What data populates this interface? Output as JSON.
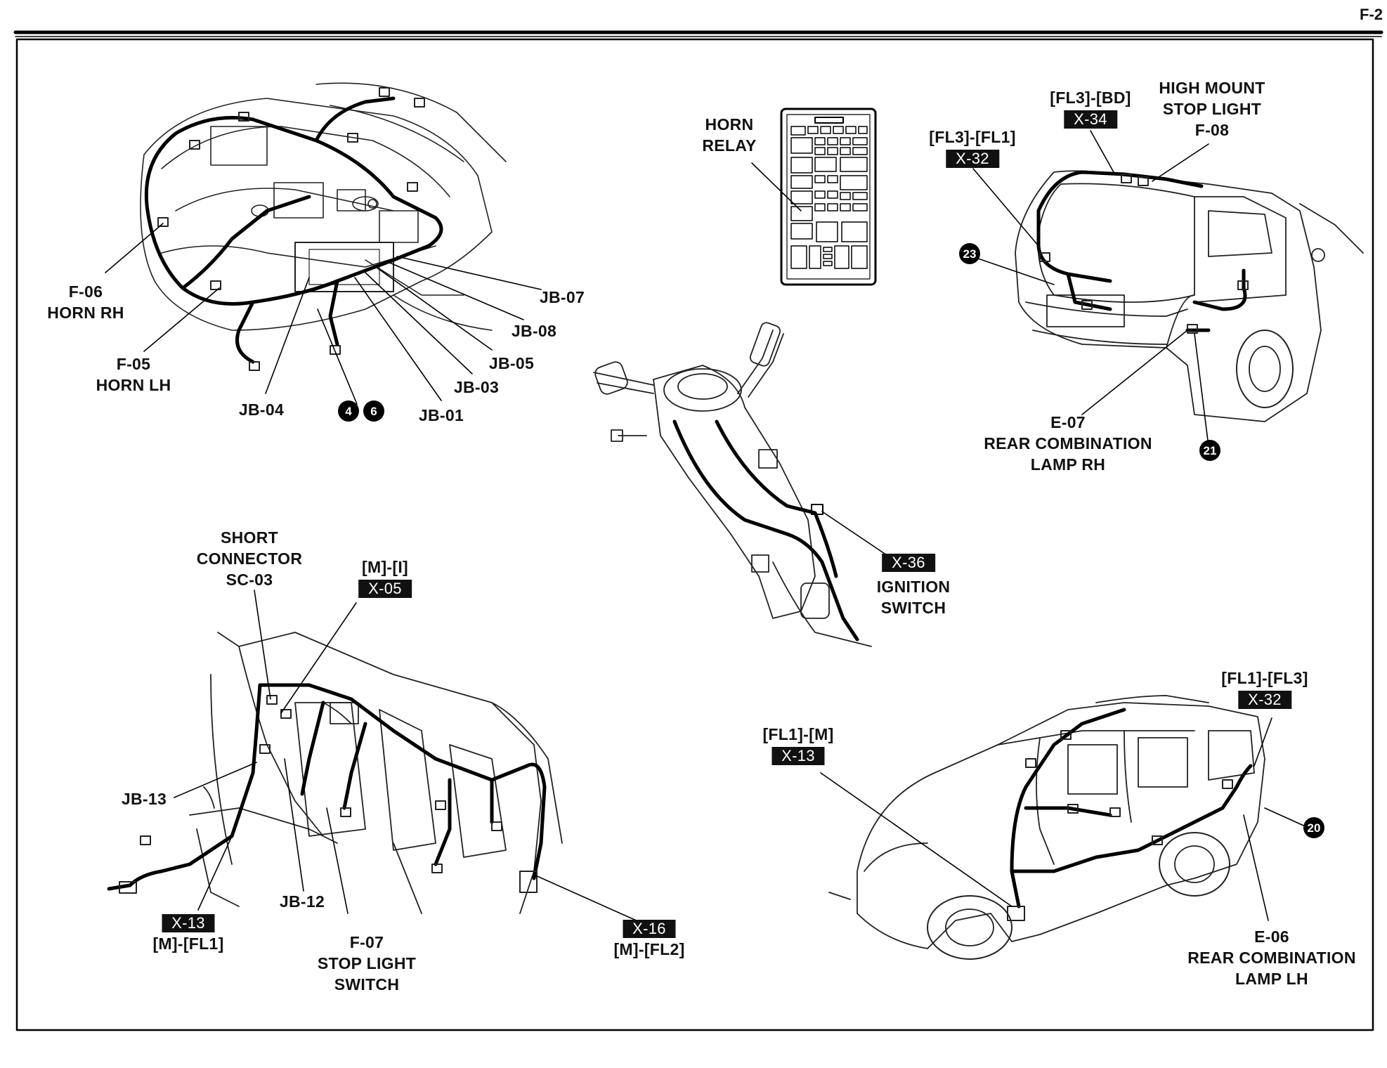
{
  "page": {
    "code": "F-2"
  },
  "engine": {
    "f06": [
      "F-06",
      "HORN RH"
    ],
    "f05": [
      "F-05",
      "HORN LH"
    ],
    "jb04": "JB-04",
    "jb01": "JB-01",
    "jb03": "JB-03",
    "jb05": "JB-05",
    "jb07": "JB-07",
    "jb08": "JB-08",
    "ground4": "4",
    "ground6": "6"
  },
  "relay": {
    "label": [
      "HORN",
      "RELAY"
    ]
  },
  "rear": {
    "x32_route": "[FL3]-[FL1]",
    "x32_tag": "X-32",
    "x34_route": "[FL3]-[BD]",
    "x34_tag": "X-34",
    "f08": [
      "HIGH MOUNT",
      "STOP LIGHT",
      "F-08"
    ],
    "e07": [
      "E-07",
      "REAR COMBINATION",
      "LAMP RH"
    ],
    "ground23": "23",
    "ground21": "21"
  },
  "column": {
    "x36_tag": "X-36",
    "ignition": [
      "IGNITION",
      "SWITCH"
    ]
  },
  "dash": {
    "sc03": [
      "SHORT",
      "CONNECTOR",
      "SC-03"
    ],
    "x05_route": "[M]-[I]",
    "x05_tag": "X-05",
    "jb13": "JB-13",
    "jb12": "JB-12",
    "x13_tag": "X-13",
    "x13_route": "[M]-[FL1]",
    "f07": [
      "F-07",
      "STOP LIGHT",
      "SWITCH"
    ],
    "x16_tag": "X-16",
    "x16_route": "[M]-[FL2]"
  },
  "body": {
    "x13_route": "[FL1]-[M]",
    "x13_tag": "X-13",
    "x32_route": "[FL1]-[FL3]",
    "x32_tag": "X-32",
    "ground20": "20",
    "e06": [
      "E-06",
      "REAR COMBINATION",
      "LAMP LH"
    ]
  }
}
